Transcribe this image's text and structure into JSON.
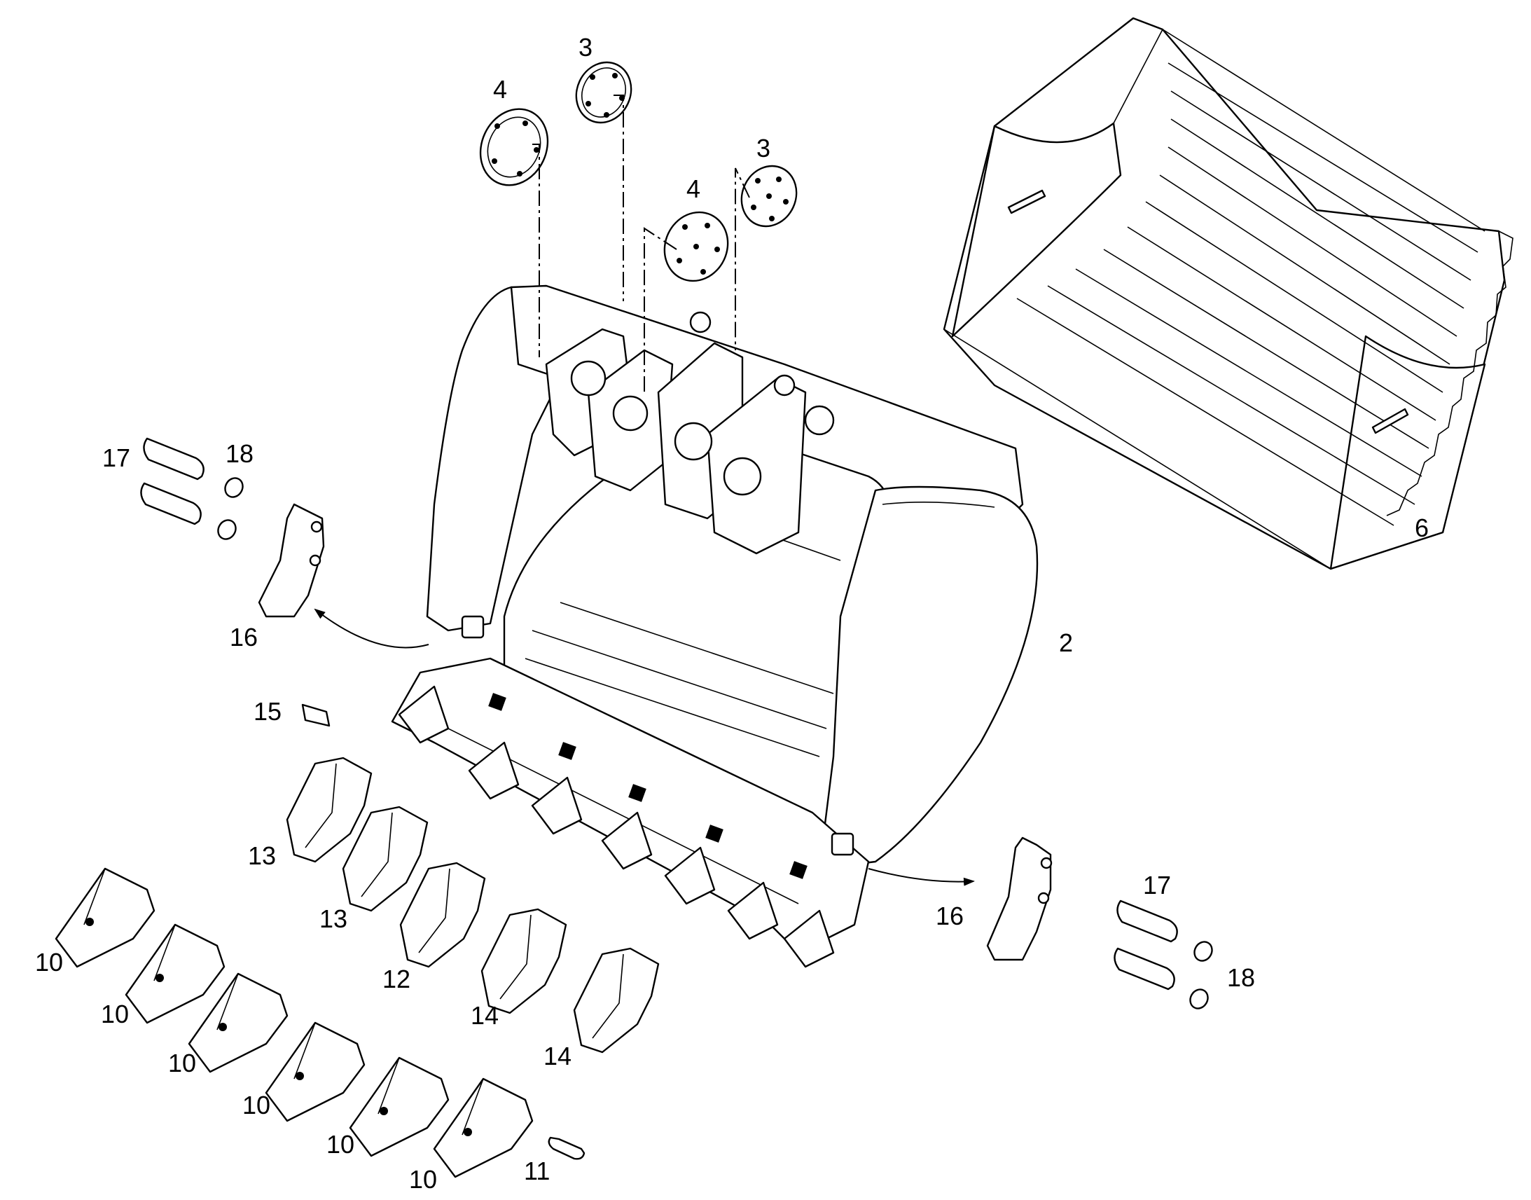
{
  "diagram": {
    "type": "exploded parts view",
    "line_color": "#000000",
    "background_color": "#ffffff"
  },
  "callouts": {
    "c2": "2",
    "c3a": "3",
    "c3b": "3",
    "c4a": "4",
    "c4b": "4",
    "c6": "6",
    "c10a": "10",
    "c10b": "10",
    "c10c": "10",
    "c10d": "10",
    "c10e": "10",
    "c10f": "10",
    "c11": "11",
    "c12": "12",
    "c13a": "13",
    "c13b": "13",
    "c14a": "14",
    "c14b": "14",
    "c15": "15",
    "c16a": "16",
    "c16b": "16",
    "c17a": "17",
    "c17b": "17",
    "c18a": "18",
    "c18b": "18"
  }
}
